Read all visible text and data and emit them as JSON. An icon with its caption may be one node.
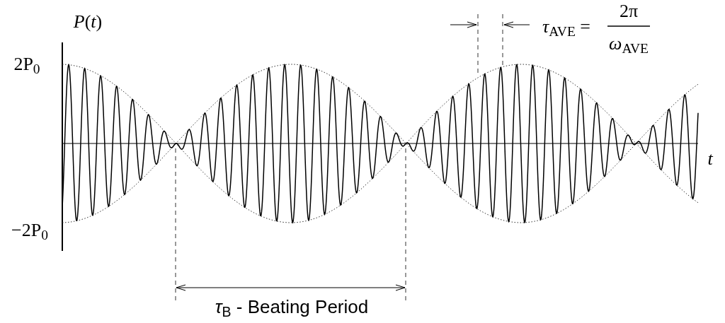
{
  "diagram": {
    "labels": [
      "*P*(*t*)",
      "2P$_{0}$",
      "−2P$_{0}$",
      "*t*",
      "*τ*$_{AVE}$ =",
      "2π",
      "*ω*$_{AVE}$",
      "*τ*$_{B}$ - Beating Period"
    ]
  }
}
